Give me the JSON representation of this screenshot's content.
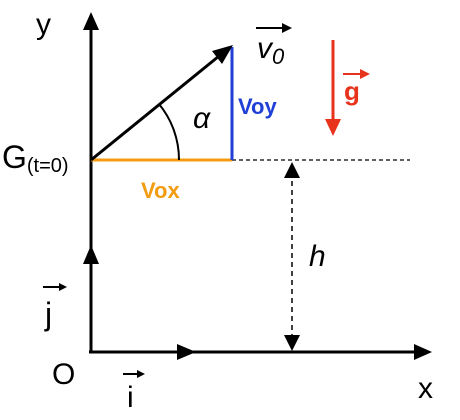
{
  "labels": {
    "y_axis": "y",
    "x_axis": "x",
    "origin": "O",
    "start_point": "G",
    "start_point_sub": "(t=0)",
    "unit_i": "i",
    "unit_j": "j",
    "velocity": "v",
    "velocity_sub": "0",
    "angle": "α",
    "vox": "Vox",
    "voy": "Voy",
    "gravity": "g",
    "height": "h"
  },
  "colors": {
    "vox": "#f39c12",
    "voy": "#1f3fd6",
    "gravity": "#e8331c",
    "ink": "#000000"
  }
}
